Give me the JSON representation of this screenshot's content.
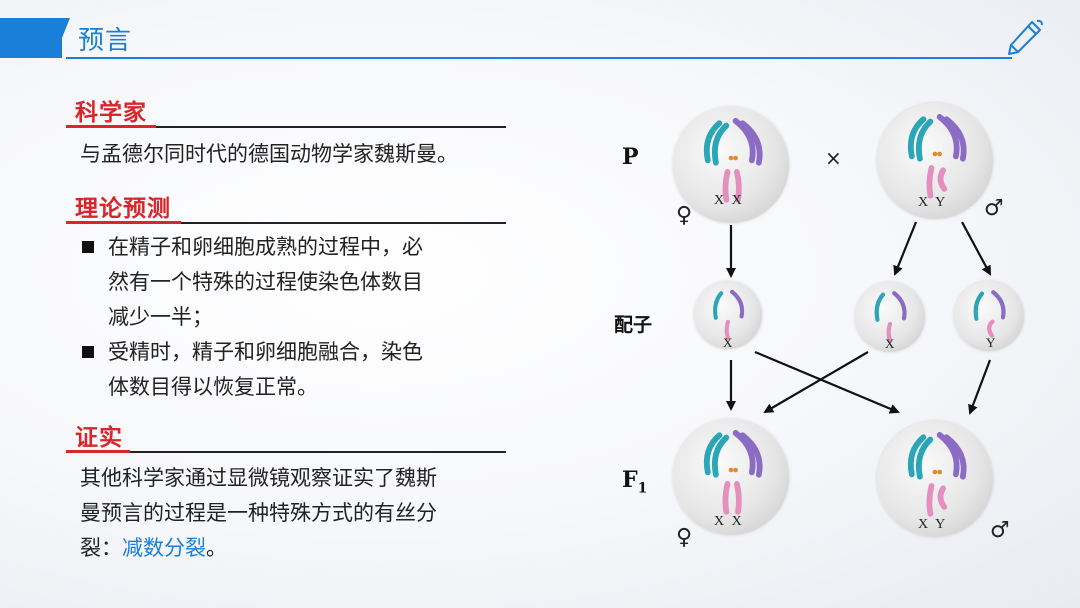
{
  "header": {
    "title": "预言"
  },
  "sections": {
    "scientist": {
      "title": "科学家",
      "text": "与孟德尔同时代的德国动物学家魏斯曼。"
    },
    "prediction": {
      "title": "理论预测",
      "bullets": [
        {
          "lines": [
            "在精子和卵细胞成熟的过程中，必",
            "然有一个特殊的过程使染色体数目",
            "减少一半；"
          ]
        },
        {
          "lines": [
            "受精时，精子和卵细胞融合，染色",
            "体数目得以恢复正常。"
          ]
        }
      ]
    },
    "confirmation": {
      "title": "证实",
      "lines": [
        "其他科学家通过显微镜观察证实了魏斯",
        "曼预言的过程是一种特殊方式的有丝分"
      ],
      "last_prefix": "裂：",
      "highlight": "减数分裂",
      "last_suffix": "。"
    }
  },
  "diagram": {
    "label_p": "P",
    "label_gamete": "配子",
    "label_f1": "F",
    "label_f1_sub": "1",
    "cross_symbol": "×",
    "female_symbol": "♀",
    "male_symbol": "♂",
    "p_female_chrom": "X X",
    "p_male_chrom": "X Y",
    "gamete1_chrom": "X",
    "gamete2_chrom": "X",
    "gamete3_chrom": "Y",
    "f1_female_chrom": "X X",
    "f1_male_chrom": "X Y"
  },
  "colors": {
    "accent": "#1a7fd8",
    "section": "#d8262b",
    "teal": "#2aa6b8",
    "purple": "#8a6cc4",
    "pink": "#e58fbf"
  }
}
